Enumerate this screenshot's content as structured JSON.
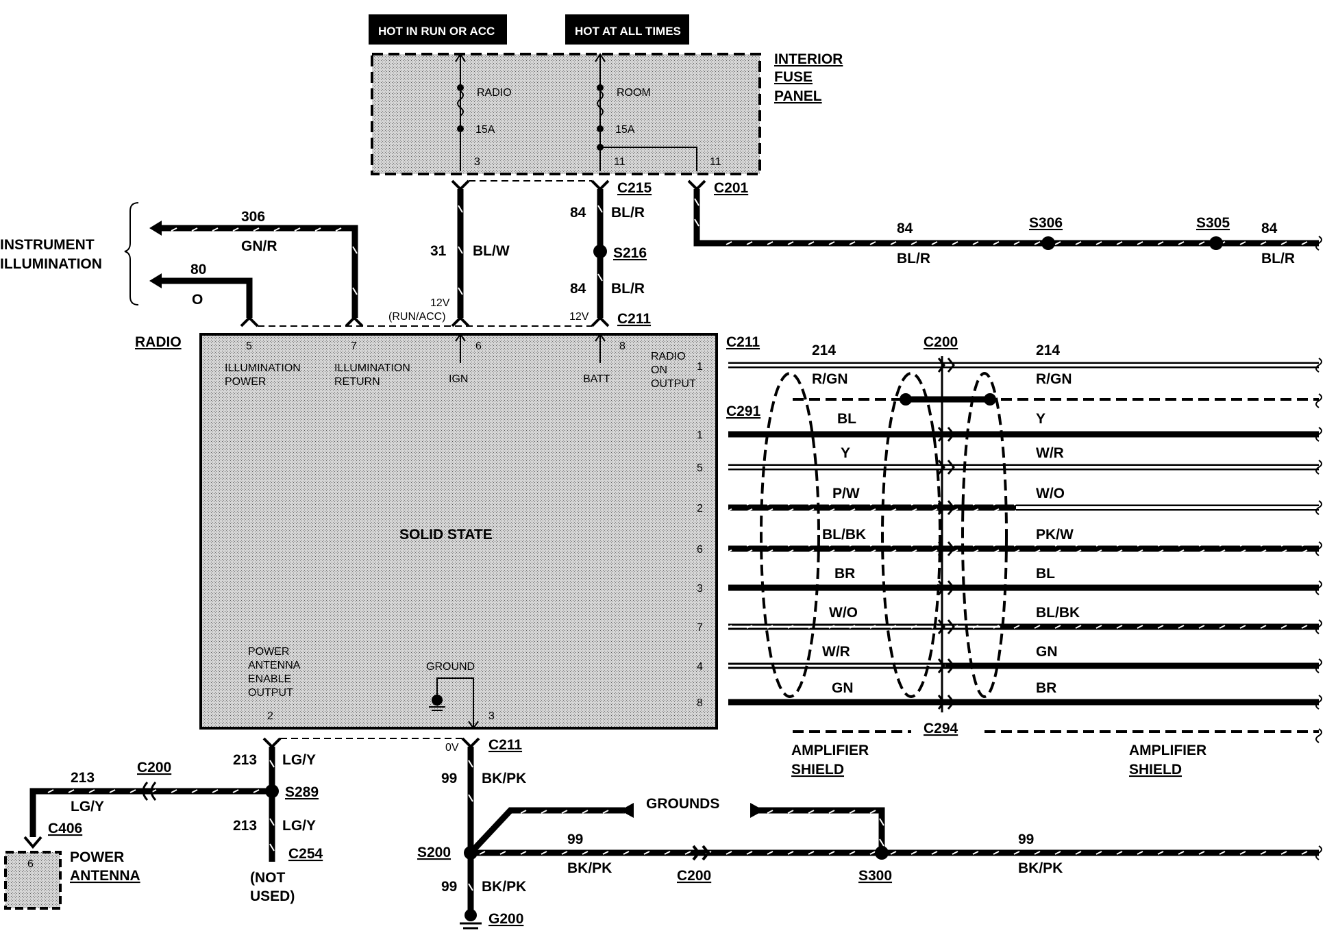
{
  "fuse_panel": {
    "label_lines": [
      "INTERIOR",
      "FUSE",
      "PANEL"
    ],
    "hot_run_acc": "HOT IN RUN OR ACC",
    "hot_all_times": "HOT AT ALL TIMES",
    "fuse_radio": {
      "name": "RADIO",
      "rating": "15A",
      "pin": "3"
    },
    "fuse_room": {
      "name": "ROOM",
      "rating": "15A",
      "pin_a": "11",
      "pin_b": "11"
    }
  },
  "connectors": {
    "c215": "C215",
    "c201": "C201",
    "c211": "C211",
    "c200": "C200",
    "c291": "C291",
    "c294": "C294",
    "c254": "C254",
    "c406": "C406"
  },
  "splices": {
    "s216": "S216",
    "s306": "S306",
    "s305": "S305",
    "s289": "S289",
    "s200": "S200",
    "s300": "S300"
  },
  "ground": "G200",
  "instrument_illumination": {
    "lines": [
      "INSTRUMENT",
      "ILLUMINATION"
    ],
    "w306": {
      "num": "306",
      "color": "GN/R"
    },
    "w80": {
      "num": "80",
      "color": "O"
    }
  },
  "wires": {
    "w31": {
      "num": "31",
      "color": "BL/W"
    },
    "w84a": {
      "num": "84",
      "color": "BL/R"
    },
    "w84b": {
      "num": "84",
      "color": "BL/R"
    },
    "w84c": {
      "num": "84",
      "color": "BL/R"
    },
    "w84d": {
      "num": "84",
      "color": "BL/R"
    },
    "w213a": {
      "num": "213",
      "color": "LG/Y"
    },
    "w213b": {
      "num": "213",
      "color": "LG/Y"
    },
    "w213c": {
      "num": "213",
      "color": "LG/Y"
    },
    "w99a": {
      "num": "99",
      "color": "BK/PK"
    },
    "w99b": {
      "num": "99",
      "color": "BK/PK"
    },
    "w99c": {
      "num": "99",
      "color": "BK/PK"
    },
    "w99d": {
      "num": "99",
      "color": "BK/PK"
    },
    "w214a": {
      "num": "214",
      "color": "R/GN"
    },
    "w214b": {
      "num": "214",
      "color": "R/GN"
    }
  },
  "voltages": {
    "v12_run": "12V",
    "run_acc": "(RUN/ACC)",
    "v12_batt": "12V",
    "v0": "0V"
  },
  "radio": {
    "label": "RADIO",
    "center": "SOLID STATE",
    "pin5": {
      "num": "5",
      "lines": [
        "ILLUMINATION",
        "POWER"
      ]
    },
    "pin7": {
      "num": "7",
      "lines": [
        "ILLUMINATION",
        "RETURN"
      ]
    },
    "pin6": {
      "num": "6",
      "name": "IGN"
    },
    "pin8": {
      "num": "8",
      "name": "BATT"
    },
    "pin1": {
      "num": "1",
      "lines": [
        "RADIO",
        "ON",
        "OUTPUT"
      ]
    },
    "pin2": {
      "num": "2",
      "lines": [
        "POWER",
        "ANTENNA",
        "ENABLE",
        "OUTPUT"
      ]
    },
    "pin3": {
      "num": "3",
      "name": "GROUND"
    }
  },
  "speaker_wires": [
    {
      "pin": "1",
      "left": "BL",
      "right": "Y"
    },
    {
      "pin": "5",
      "left": "Y",
      "right": "W/R"
    },
    {
      "pin": "2",
      "left": "P/W",
      "right": "W/O"
    },
    {
      "pin": "6",
      "left": "BL/BK",
      "right": "PK/W"
    },
    {
      "pin": "3",
      "left": "BR",
      "right": "BL"
    },
    {
      "pin": "7",
      "left": "W/O",
      "right": "BL/BK"
    },
    {
      "pin": "4",
      "left": "W/R",
      "right": "GN"
    },
    {
      "pin": "8",
      "left": "GN",
      "right": "BR"
    }
  ],
  "amp_shield_lines": [
    "AMPLIFIER",
    "SHIELD"
  ],
  "grounds_label": "GROUNDS",
  "power_antenna": {
    "lines": [
      "POWER",
      "ANTENNA"
    ],
    "pin": "6"
  },
  "not_used_lines": [
    "(NOT",
    "USED)"
  ]
}
